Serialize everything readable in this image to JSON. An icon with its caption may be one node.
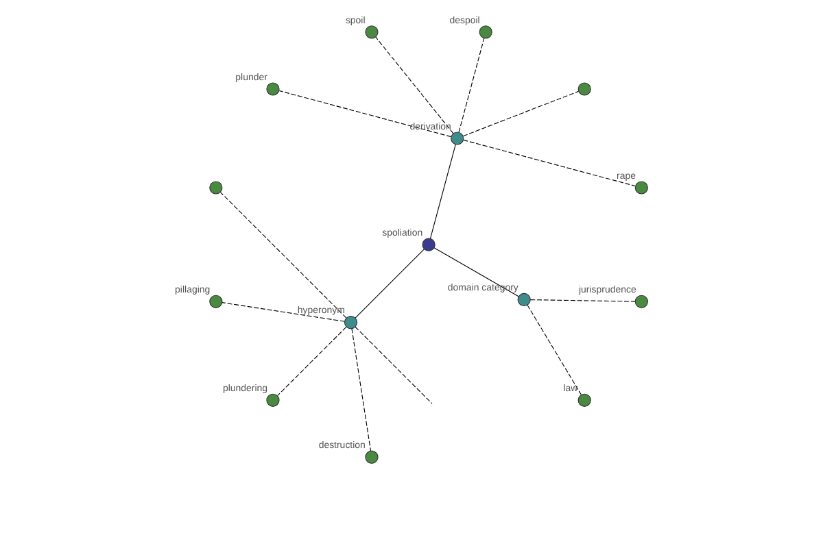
{
  "diagram": {
    "nodes": [
      {
        "text": [],
        "shape": "circle",
        "beside": [
          "rape"
        ]
      },
      {
        "text": [],
        "shape": "circle"
      },
      {
        "text": [],
        "shape": "circle"
      },
      {
        "text": [],
        "shape": "circle",
        "beside": [
          "despoil"
        ]
      },
      {
        "text": [],
        "shape": "circle",
        "beside": [
          "derivation"
        ]
      },
      {
        "text": [],
        "shape": "circle",
        "beside": [
          "spoil"
        ]
      },
      {
        "text": [],
        "shape": "circle",
        "beside": [
          "pillaging"
        ]
      },
      {
        "text": [],
        "shape": "circle",
        "beside": [
          "hyperonym"
        ]
      },
      {
        "text": [],
        "shape": "circle",
        "beside": [
          "plundering"
        ]
      },
      {
        "text": [],
        "shape": "circle",
        "beside": [
          "destruction"
        ]
      },
      {
        "text": [],
        "shape": "circle",
        "beside": [
          "plunder"
        ]
      },
      {
        "text": [],
        "shape": "circle",
        "beside": [
          "spoliation"
        ]
      },
      {
        "text": [],
        "shape": "circle",
        "beside": [
          "law"
        ]
      },
      {
        "text": [],
        "shape": "circle",
        "beside": [
          "domain category"
        ]
      },
      {
        "text": [],
        "shape": "circle",
        "beside": [
          "jurisprudence"
        ]
      }
    ],
    "edges": [
      {
        "from": 11,
        "to": 4,
        "arrow": "none"
      },
      {
        "from": 11,
        "to": 7,
        "arrow": "none"
      },
      {
        "from": 11,
        "to": 13,
        "arrow": "none"
      },
      {
        "from": 4,
        "to": 0,
        "arrow": "none",
        "style": "dashed"
      },
      {
        "from": 4,
        "to": 1,
        "arrow": "none",
        "style": "dashed"
      },
      {
        "from": 4,
        "to": 5,
        "arrow": "none",
        "style": "dashed"
      },
      {
        "from": 4,
        "to": 3,
        "arrow": "none",
        "style": "dashed"
      },
      {
        "from": 4,
        "to": 10,
        "arrow": "none",
        "style": "dashed"
      },
      {
        "from": 7,
        "to": null,
        "arrow": "none",
        "style": "dashed"
      },
      {
        "from": 7,
        "to": 2,
        "arrow": "none",
        "style": "dashed"
      },
      {
        "from": 7,
        "to": 6,
        "arrow": "none",
        "style": "dashed"
      },
      {
        "from": 7,
        "to": 8,
        "arrow": "none",
        "style": "dashed"
      },
      {
        "from": 7,
        "to": 9,
        "arrow": "none",
        "style": "dashed"
      },
      {
        "from": 13,
        "to": 12,
        "arrow": "none",
        "style": "dashed"
      },
      {
        "from": 13,
        "to": 14,
        "arrow": "none",
        "style": "dashed"
      }
    ]
  }
}
